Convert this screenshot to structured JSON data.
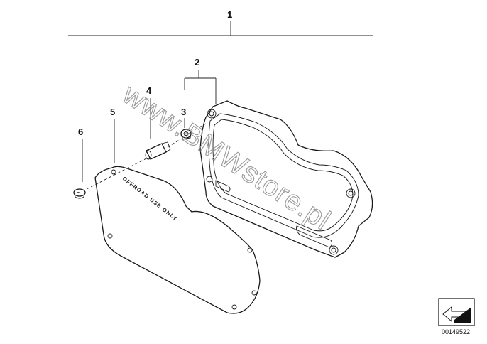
{
  "callouts": {
    "c1": "1",
    "c2": "2",
    "c3": "3",
    "c4": "4",
    "c5": "5",
    "c6": "6"
  },
  "watermark_text": "www.BMWstore.pl",
  "cover_embossed_text": "OFFROAD USE ONLY",
  "catalog_number": "00149522",
  "icons": {
    "corner_badge": "arrow-box-icon"
  },
  "colors": {
    "line": "#1a1a1a",
    "watermark": "#9a9a9a",
    "background": "#ffffff"
  }
}
